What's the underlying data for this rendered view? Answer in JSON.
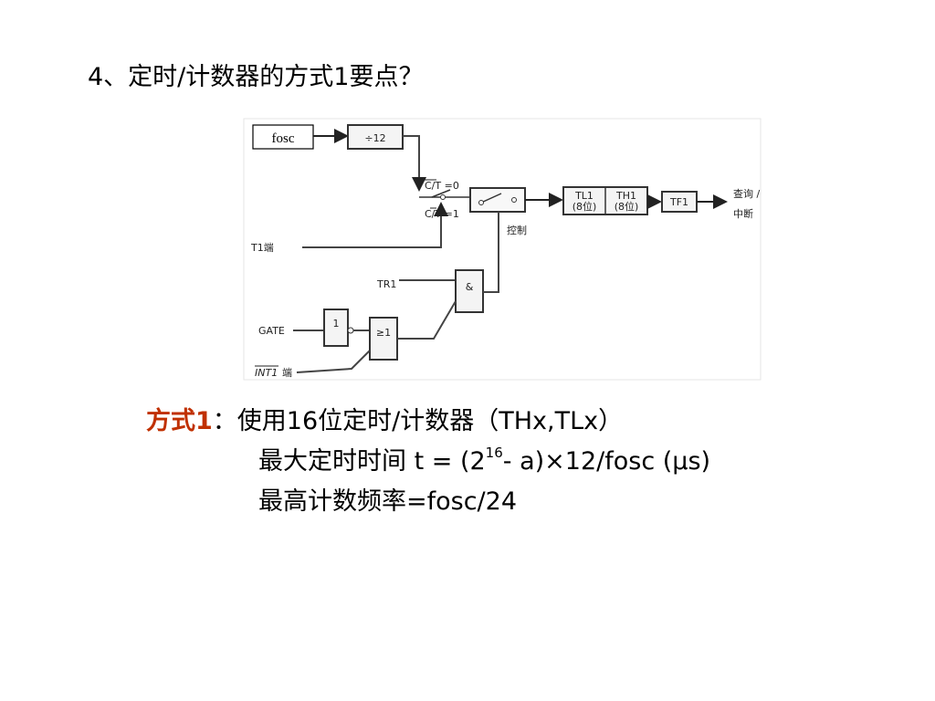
{
  "slide": {
    "title": "4、定时/计数器的方式1要点？"
  },
  "diagram": {
    "fosc_label": "fosc",
    "divider_label": "÷12",
    "ct0_label": "C/T =0",
    "ct1_label": "C/T =1",
    "t1_pin_label": "T1端",
    "control_label": "控制",
    "tl1_label": "TL1",
    "tl1_bits": "(8位)",
    "th1_label": "TH1",
    "th1_bits": "(8位)",
    "tf1_label": "TF1",
    "output_line1": "查询 /",
    "output_line2": "中断",
    "tr1_label": "TR1",
    "and_gate_label": "&",
    "gate_label": "GATE",
    "not_gate_label": "1",
    "or_gate_label": "≥1",
    "int1_label": "INT1",
    "int1_suffix": "端"
  },
  "body": {
    "mode_label": "方式1",
    "colon": "：",
    "line1": "使用16位定时/计数器（THx,TLx）",
    "line2_pre": "最大定时时间 t = (2",
    "line2_sup": "16",
    "line2_post": "- a)×12/fosc  (μs)",
    "line3": "最高计数频率=fosc/24"
  }
}
